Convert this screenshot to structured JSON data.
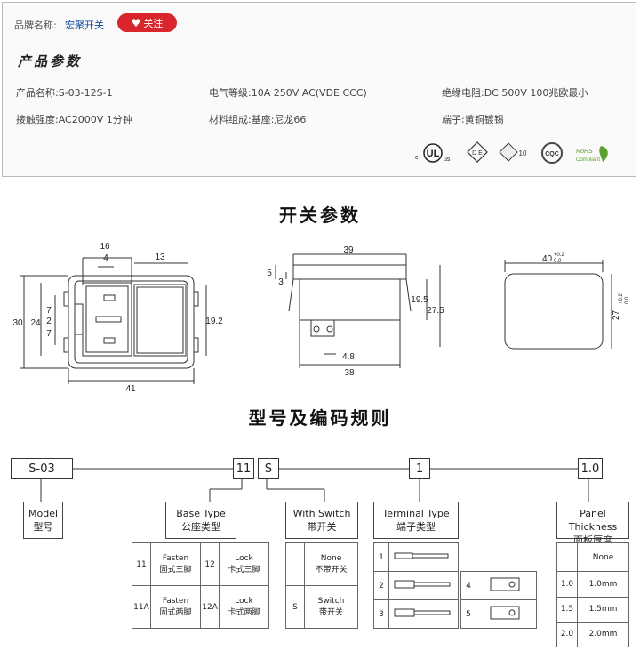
{
  "brand": {
    "label": "品牌名称:",
    "name": "宏聚开关",
    "follow_label": "关注"
  },
  "product_params": {
    "title": "产品参数",
    "items": [
      {
        "text": "产品名称:S-03-12S-1"
      },
      {
        "text": "电气等级:10A 250V AC(VDE CCC)"
      },
      {
        "text": "绝缘电阻:DC 500V 100兆欧最小"
      },
      {
        "text": "接触强度:AC2000V 1分钟"
      },
      {
        "text": "材料组成:基座:尼龙66"
      },
      {
        "text": "端子:黄铜镀锡"
      }
    ],
    "certs": {
      "ul": "c UL us",
      "vde": "D E",
      "ten": "10",
      "cqc": "CQC",
      "rohs_1": "RoHS",
      "rohs_2": "Compliant"
    }
  },
  "switch_params": {
    "title": "开关参数",
    "front": {
      "d16": "16",
      "d4": "4",
      "d13": "13",
      "d30": "30",
      "d24": "24",
      "d7a": "7",
      "d2": "2",
      "d7b": "7",
      "d19_2": "19.2",
      "d41": "41"
    },
    "side": {
      "d39": "39",
      "d5": "5",
      "d3": "3",
      "d19_5": "19.5",
      "d27_5": "27.5",
      "d4_8": "4.8",
      "d38": "38"
    },
    "cutout": {
      "w": "40",
      "w_tol_top": "+0.2",
      "w_tol_bot": "0.0",
      "h": "27",
      "h_tol_top": "+0.2",
      "h_tol_bot": "0.0"
    }
  },
  "model_code": {
    "title": "型号及编码规则",
    "segments": {
      "s1": "S-03",
      "s2": "11",
      "s3": "S",
      "s4": "1",
      "s5": "1.0"
    },
    "categories": {
      "model": {
        "en": "Model",
        "zh": "型号"
      },
      "base_type": {
        "en": "Base Type",
        "zh": "公座类型"
      },
      "with_switch": {
        "en": "With Switch",
        "zh": "带开关"
      },
      "terminal_type": {
        "en": "Terminal Type",
        "zh": "端子类型"
      },
      "panel_thickness": {
        "en": "Panel Thickness",
        "zh": "面板厚度"
      }
    },
    "base_type_rows": [
      {
        "code_a": "11",
        "name_a_en": "Fasten",
        "name_a_zh": "固式三脚",
        "code_b": "12",
        "name_b_en": "Lock",
        "name_b_zh": "卡式三脚"
      },
      {
        "code_a": "11A",
        "name_a_en": "Fasten",
        "name_a_zh": "固式两脚",
        "code_b": "12A",
        "name_b_en": "Lock",
        "name_b_zh": "卡式两脚"
      }
    ],
    "switch_rows": [
      {
        "code": "",
        "en": "None",
        "zh": "不带开关"
      },
      {
        "code": "S",
        "en": "Switch",
        "zh": "带开关"
      }
    ],
    "terminal_rows": [
      "1",
      "2",
      "3",
      "4",
      "5"
    ],
    "panel_rows": [
      {
        "code": "",
        "value": "None"
      },
      {
        "code": "1.0",
        "value": "1.0mm"
      },
      {
        "code": "1.5",
        "value": "1.5mm"
      },
      {
        "code": "2.0",
        "value": "2.0mm"
      }
    ]
  }
}
